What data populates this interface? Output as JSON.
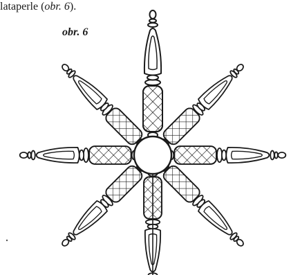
{
  "caption": {
    "before": "lataperle (",
    "ref": "obr. 6",
    "after": ")."
  },
  "figure": {
    "label": "obr. 6",
    "arm_count": 8
  }
}
